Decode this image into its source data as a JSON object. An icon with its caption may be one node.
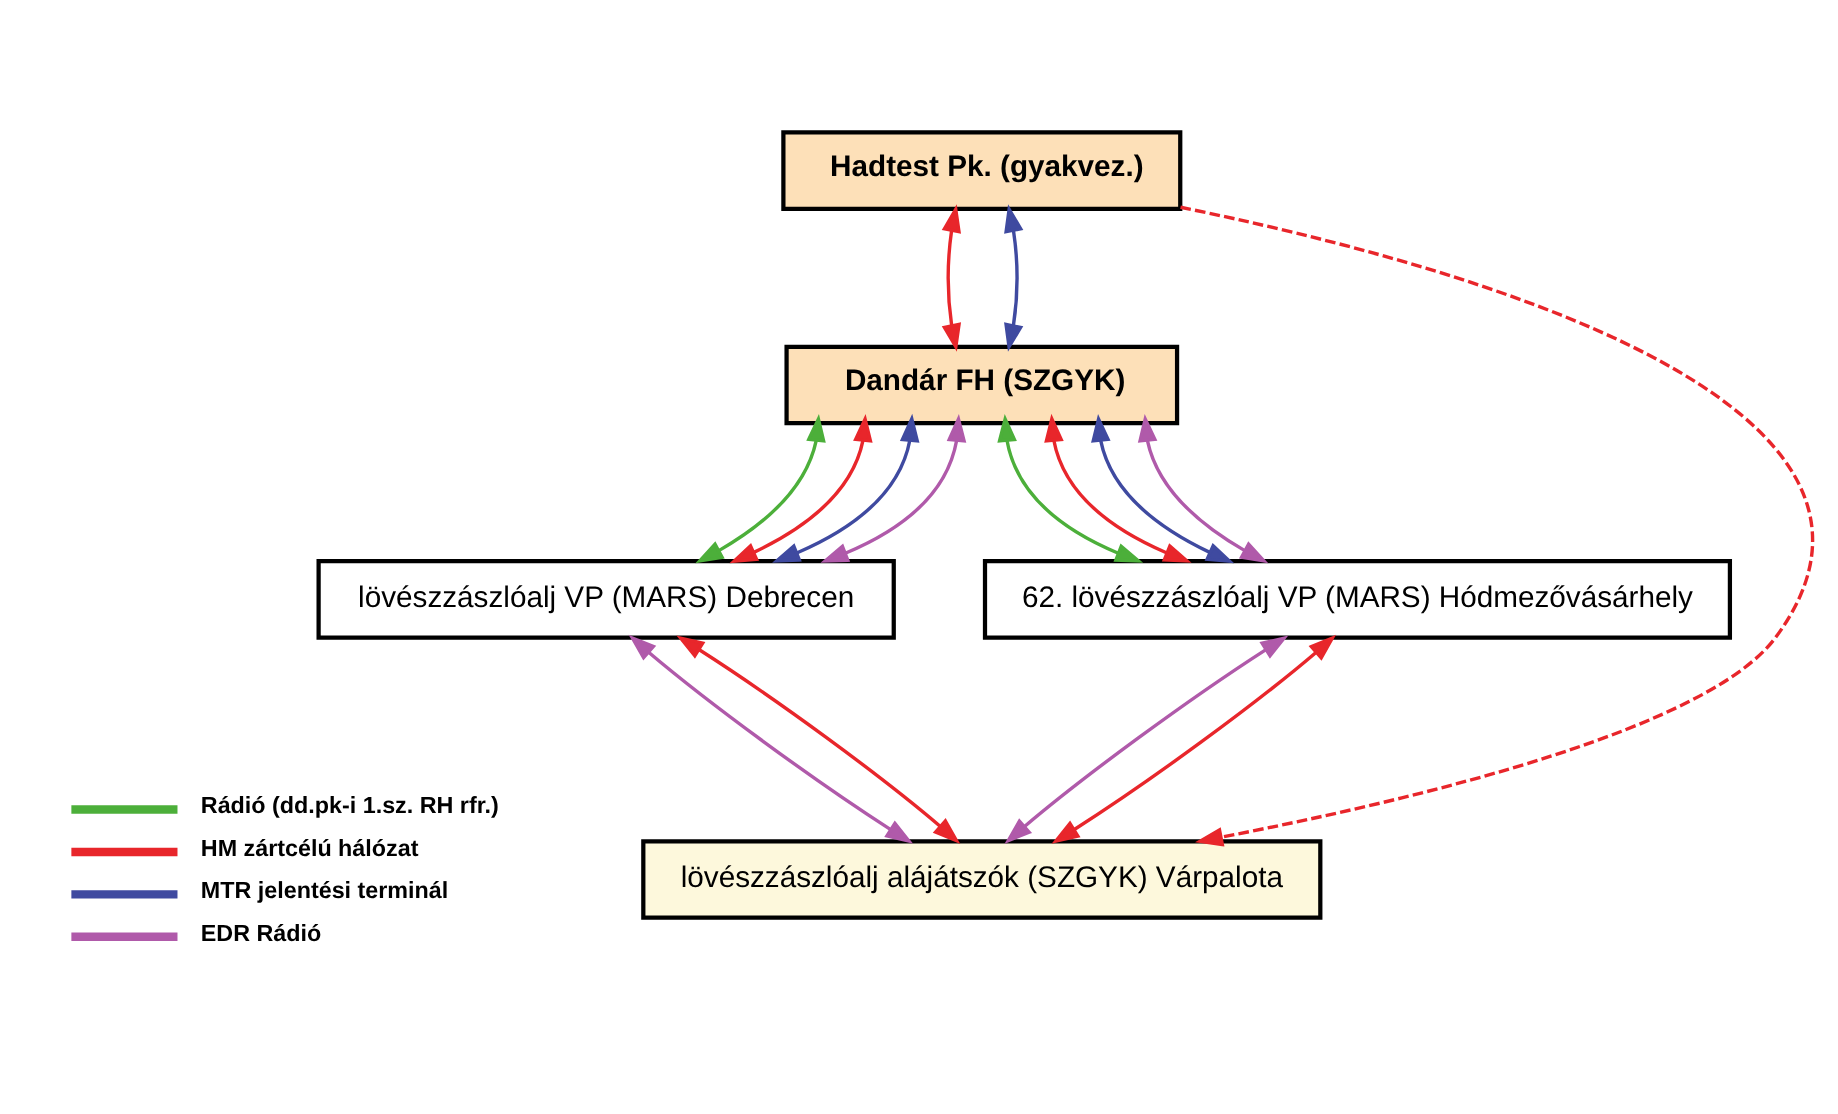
{
  "diagram": {
    "nodes": [
      {
        "text": [
          "Hadtest Pk. (gyakvez.)"
        ]
      },
      {
        "text": [
          "Dandár FH (SZGYK)"
        ]
      },
      {
        "text": [
          "lövészzászlóalj VP (MARS) Debrecen"
        ]
      },
      {
        "text": [
          "62. lövészzászlóalj VP (MARS) Hódmezővásárhely"
        ]
      },
      {
        "text": [
          "lövészzászlóalj alájátszók (SZGYK) Várpalota"
        ]
      }
    ],
    "edges": [
      {
        "from": 0,
        "to": 1,
        "arrow": "both",
        "color": "#e8262b"
      },
      {
        "from": 0,
        "to": 1,
        "arrow": "both",
        "color": "#3f4aa0"
      },
      {
        "from": 1,
        "to": 2,
        "arrow": "both",
        "color": "#4caf3a"
      },
      {
        "from": 1,
        "to": 2,
        "arrow": "both",
        "color": "#e8262b"
      },
      {
        "from": 1,
        "to": 2,
        "arrow": "both",
        "color": "#3f4aa0"
      },
      {
        "from": 1,
        "to": 2,
        "arrow": "both",
        "color": "#b05aaa"
      },
      {
        "from": 1,
        "to": 3,
        "arrow": "both",
        "color": "#4caf3a"
      },
      {
        "from": 1,
        "to": 3,
        "arrow": "both",
        "color": "#e8262b"
      },
      {
        "from": 1,
        "to": 3,
        "arrow": "both",
        "color": "#3f4aa0"
      },
      {
        "from": 1,
        "to": 3,
        "arrow": "both",
        "color": "#b05aaa"
      },
      {
        "from": 2,
        "to": 4,
        "arrow": "both",
        "color": "#b05aaa"
      },
      {
        "from": 2,
        "to": 4,
        "arrow": "both",
        "color": "#e8262b"
      },
      {
        "from": 3,
        "to": 4,
        "arrow": "both",
        "color": "#b05aaa"
      },
      {
        "from": 3,
        "to": 4,
        "arrow": "both",
        "color": "#e8262b"
      },
      {
        "from": 0,
        "to": 4,
        "arrow": "to",
        "style": "dashed",
        "color": "#e8262b"
      }
    ],
    "legend": [
      {
        "text": "Rádió (dd.pk-i 1.sz. RH rfr.)",
        "color": "#4caf3a"
      },
      {
        "text": "HM zártcélú hálózat",
        "color": "#e8262b"
      },
      {
        "text": "MTR jelentési terminál",
        "color": "#3f4aa0"
      },
      {
        "text": "EDR Rádió",
        "color": "#b05aaa"
      }
    ]
  }
}
